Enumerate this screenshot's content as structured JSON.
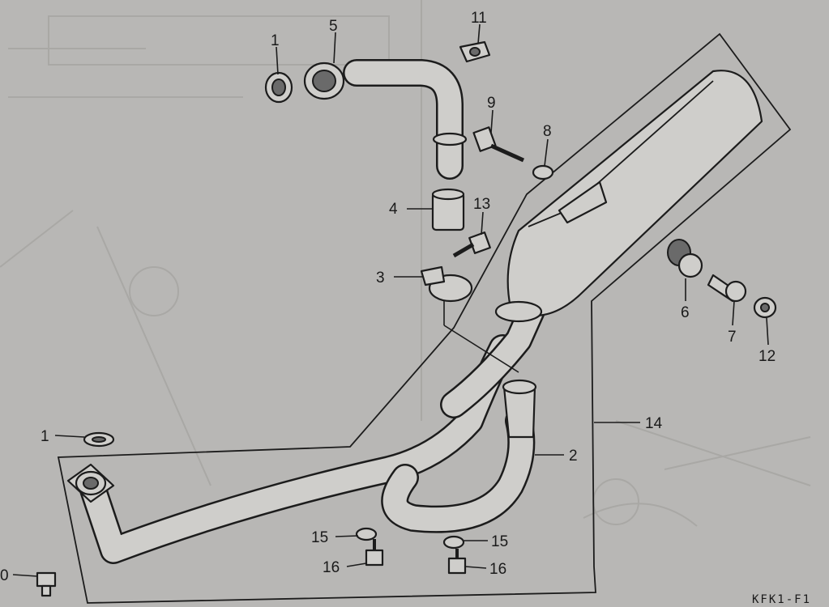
{
  "diagram": {
    "code": "KFK1-F1",
    "callouts": [
      {
        "id": "1a",
        "label": "1"
      },
      {
        "id": "5",
        "label": "5"
      },
      {
        "id": "11",
        "label": "11"
      },
      {
        "id": "9",
        "label": "9"
      },
      {
        "id": "8",
        "label": "8"
      },
      {
        "id": "4",
        "label": "4"
      },
      {
        "id": "13",
        "label": "13"
      },
      {
        "id": "3",
        "label": "3"
      },
      {
        "id": "6",
        "label": "6"
      },
      {
        "id": "7",
        "label": "7"
      },
      {
        "id": "12",
        "label": "12"
      },
      {
        "id": "14",
        "label": "14"
      },
      {
        "id": "2",
        "label": "2"
      },
      {
        "id": "1b",
        "label": "1"
      },
      {
        "id": "15a",
        "label": "15"
      },
      {
        "id": "15b",
        "label": "15"
      },
      {
        "id": "16a",
        "label": "16"
      },
      {
        "id": "16b",
        "label": "16"
      },
      {
        "id": "10",
        "label": "0"
      }
    ]
  }
}
